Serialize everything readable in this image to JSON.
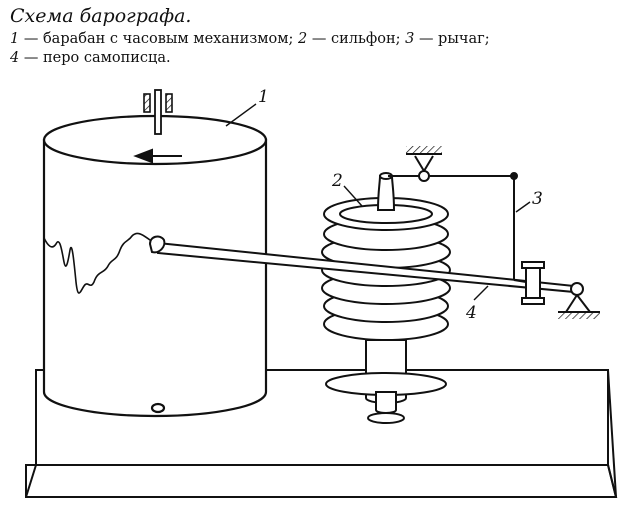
{
  "title": "Схема барографа.",
  "legend": {
    "line1": [
      {
        "num": "1",
        "text": " — барабан с часовым механизмом; "
      },
      {
        "num": "2",
        "text": " — сильфон; "
      },
      {
        "num": "3",
        "text": " — рычаг;"
      }
    ],
    "line2": [
      {
        "num": "4",
        "text": " — перо самописца."
      }
    ]
  },
  "labels": {
    "drum": "1",
    "bellows": "2",
    "lever": "3",
    "pen": "4"
  }
}
